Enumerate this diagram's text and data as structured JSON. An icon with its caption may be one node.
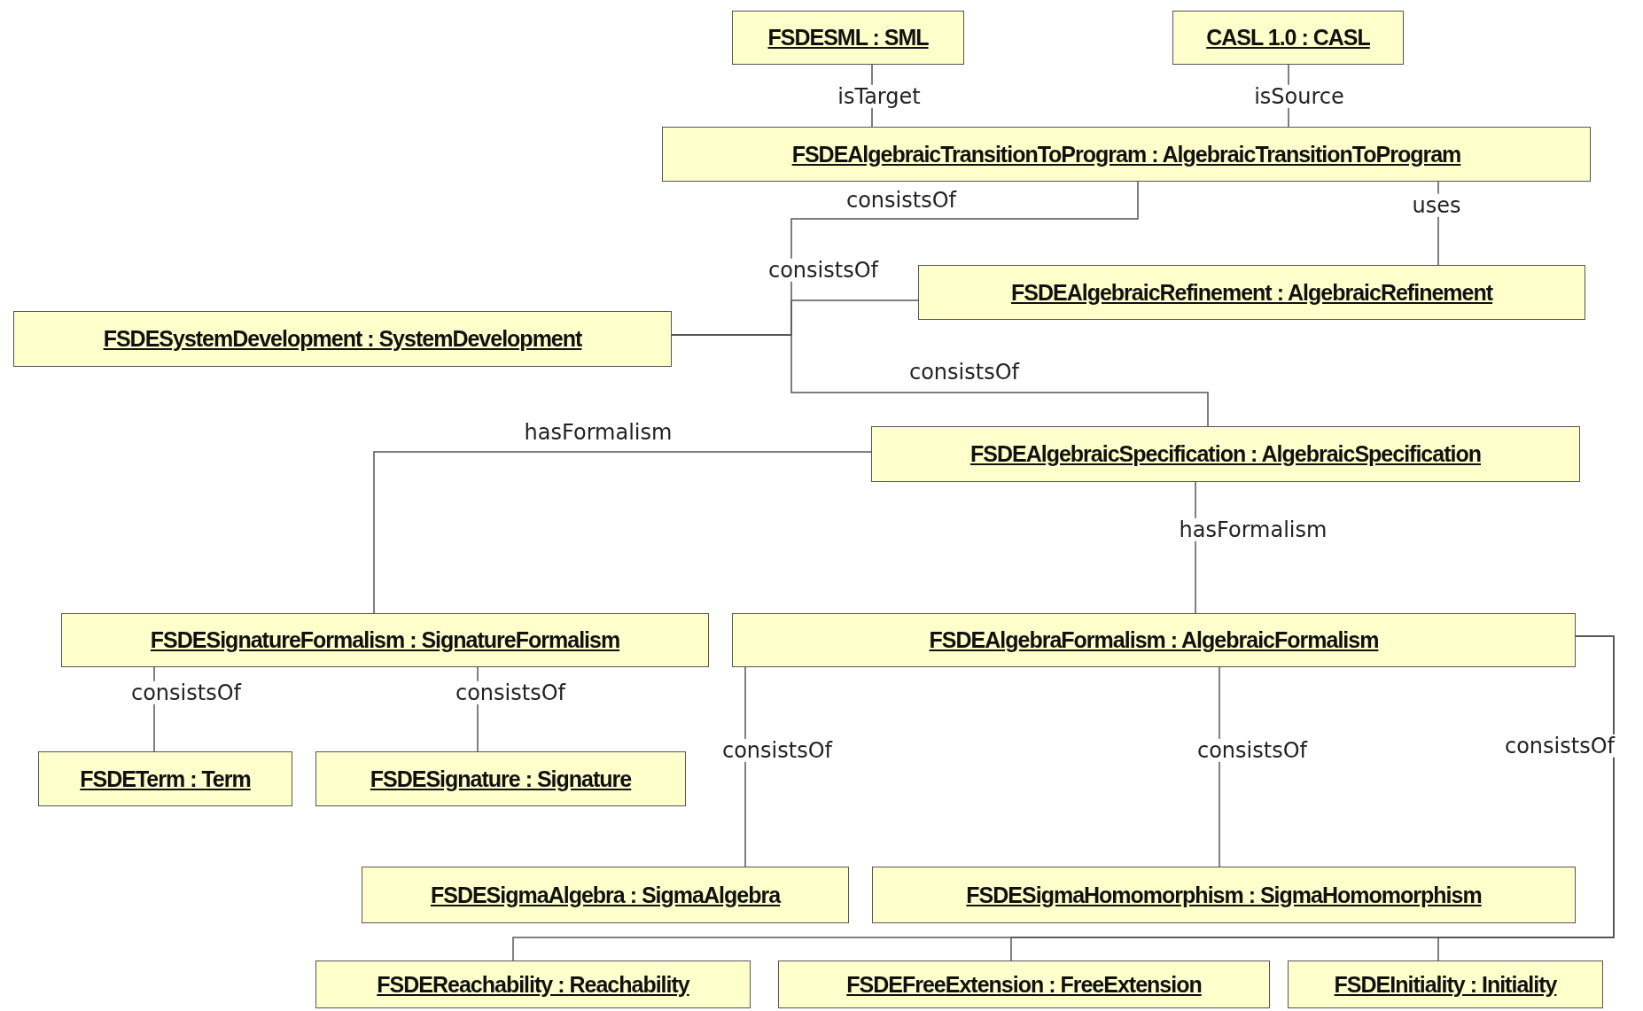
{
  "diagram": {
    "nodes": [
      {
        "text": [
          "FSDESML : SML"
        ]
      },
      {
        "text": [
          "CASL 1.0 : CASL"
        ]
      },
      {
        "text": [
          "FSDEAlgebraicTransitionToProgram : AlgebraicTransitionToProgram"
        ]
      },
      {
        "text": [
          "FSDEAlgebraicRefinement : AlgebraicRefinement"
        ]
      },
      {
        "text": [
          "FSDESystemDevelopment : SystemDevelopment"
        ]
      },
      {
        "text": [
          "FSDEAlgebraicSpecification : AlgebraicSpecification"
        ]
      },
      {
        "text": [
          "FSDESignatureFormalism : SignatureFormalism"
        ]
      },
      {
        "text": [
          "FSDEAlgebraFormalism : AlgebraicFormalism"
        ]
      },
      {
        "text": [
          "FSDETerm : Term"
        ]
      },
      {
        "text": [
          "FSDESignature : Signature"
        ]
      },
      {
        "text": [
          "FSDESigmaAlgebra : SigmaAlgebra"
        ]
      },
      {
        "text": [
          "FSDESigmaHomomorphism : SigmaHomomorphism"
        ]
      },
      {
        "text": [
          "FSDEReachability : Reachability"
        ]
      },
      {
        "text": [
          "FSDEFreeExtension : FreeExtension"
        ]
      },
      {
        "text": [
          "FSDEInitiality : Initiality"
        ]
      }
    ],
    "edges": [
      {
        "from": 0,
        "to": 2,
        "arrow": "none",
        "label": "isTarget"
      },
      {
        "from": 1,
        "to": 2,
        "arrow": "none",
        "label": "isSource"
      },
      {
        "from": 4,
        "to": 2,
        "arrow": "none",
        "label": "consistsOf"
      },
      {
        "from": 2,
        "to": 3,
        "arrow": "none",
        "label": "uses"
      },
      {
        "from": 4,
        "to": 3,
        "arrow": "none",
        "label": "consistsOf"
      },
      {
        "from": 4,
        "to": 5,
        "arrow": "none",
        "label": "consistsOf"
      },
      {
        "from": 5,
        "to": 6,
        "arrow": "none",
        "label": "hasFormalism"
      },
      {
        "from": 5,
        "to": 7,
        "arrow": "none",
        "label": "hasFormalism"
      },
      {
        "from": 6,
        "to": 8,
        "arrow": "none",
        "label": "consistsOf"
      },
      {
        "from": 6,
        "to": 9,
        "arrow": "none",
        "label": "consistsOf"
      },
      {
        "from": 7,
        "to": 10,
        "arrow": "none",
        "label": "consistsOf"
      },
      {
        "from": 7,
        "to": 11,
        "arrow": "none",
        "label": "consistsOf"
      },
      {
        "from": 7,
        "to": 12,
        "arrow": "none",
        "label": "consistsOf"
      },
      {
        "from": 7,
        "to": 13,
        "arrow": "none"
      },
      {
        "from": 7,
        "to": 14,
        "arrow": "none"
      }
    ]
  }
}
